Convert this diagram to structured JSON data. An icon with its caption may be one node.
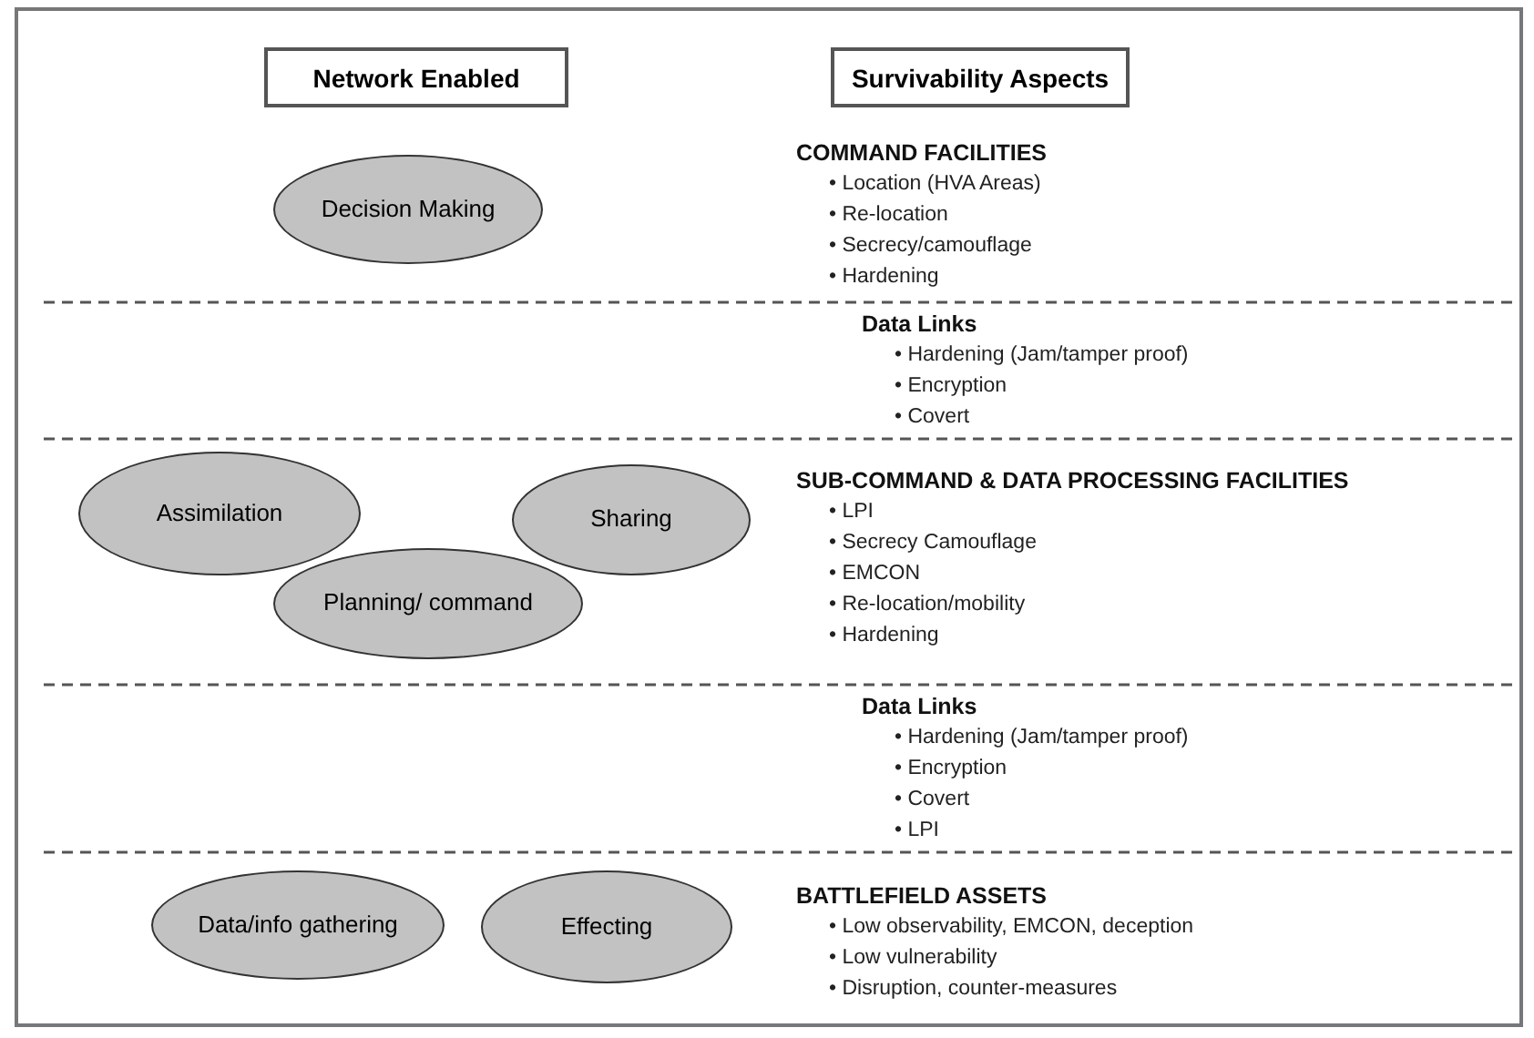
{
  "diagram": {
    "nodes": [
      {
        "text": [
          "Network Enabled"
        ]
      },
      {
        "text": [
          "Survivability Aspects"
        ]
      },
      {
        "text": [
          "Decision Making"
        ]
      },
      {
        "text": [
          "Assimilation"
        ]
      },
      {
        "text": [
          "Sharing"
        ]
      },
      {
        "text": [
          "Planning/ command"
        ]
      },
      {
        "text": [
          "Data/info gathering"
        ]
      },
      {
        "text": [
          "Effecting"
        ]
      }
    ],
    "labels": [
      "COMMAND FACILITIES",
      "• Location (HVA Areas)",
      "• Re-location",
      "• Secrecy/camouflage",
      "• Hardening",
      "Data Links",
      "• Hardening (Jam/tamper proof)",
      "• Encryption",
      "• Covert",
      "SUB-COMMAND & DATA PROCESSING FACILITIES",
      "• LPI",
      "• Secrecy Camouflage",
      "• EMCON",
      "• Re-location/mobility",
      "• Hardening",
      "Data Links",
      "• Hardening (Jam/tamper proof)",
      "• Encryption",
      "• Covert",
      "• LPI",
      "BATTLEFIELD ASSETS",
      "• Low observability, EMCON, deception",
      "• Low vulnerability",
      "• Disruption, counter-measures"
    ]
  }
}
